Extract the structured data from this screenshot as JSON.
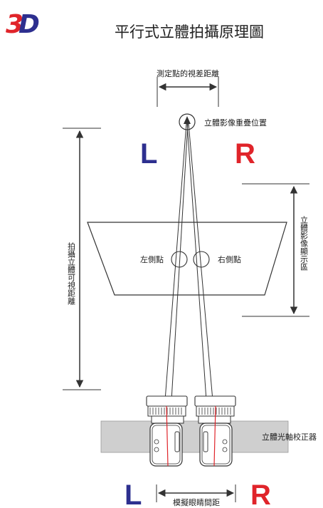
{
  "title": "平行式立體拍攝原理圖",
  "logo": {
    "text": "3D",
    "colors": {
      "three": "#e0242a",
      "d": "#2d2f8f"
    }
  },
  "labels": {
    "measure_point_parallax": "測定點的視差距離",
    "overlap_position": "立體影像重疊位置",
    "left_eye": "L",
    "right_eye": "R",
    "display_area": "立體影像顯示區",
    "shooting_distance": "拍攝立體可視距離",
    "left_point": "左側點",
    "right_point": "右側點",
    "calibrator": "立體光軸校正器",
    "interaxial": "模擬眼睛間距"
  },
  "colors": {
    "left": "#2d2f8f",
    "right": "#e0242a",
    "ray": "#e0242a",
    "line": "#333333",
    "calibrator_fill": "#cfcfcf"
  },
  "icons": [
    "arrow-icon",
    "camera-icon",
    "circle-marker-icon"
  ]
}
